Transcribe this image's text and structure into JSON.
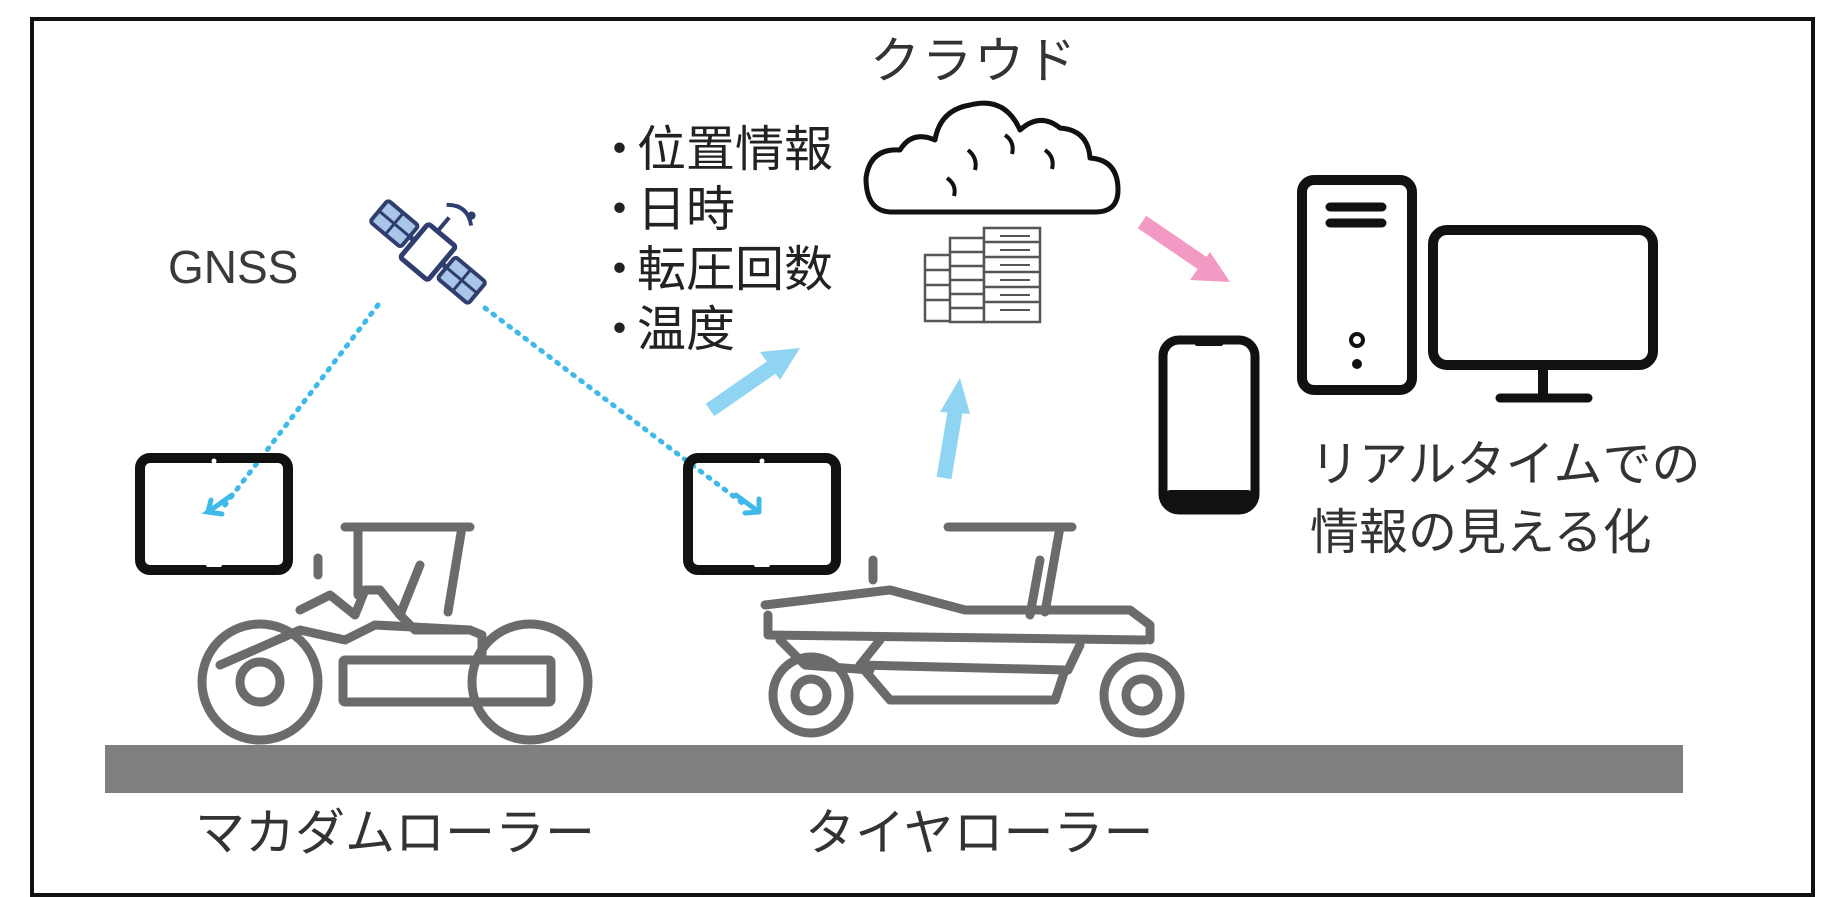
{
  "labels": {
    "gnss": "GNSS",
    "cloud": "クラウド",
    "realtime_line1": "リアルタイムでの",
    "realtime_line2": "情報の見える化",
    "macadam_roller": "マカダムローラー",
    "tire_roller": "タイヤローラー"
  },
  "info_items": [
    "位置情報",
    "日時",
    "転圧回数",
    "温度"
  ],
  "bullet": "・",
  "icons": [
    "satellite-icon",
    "cloud-icon",
    "server-icon",
    "tablet-icon",
    "smartphone-icon",
    "desktop-pc-icon",
    "macadam-roller-icon",
    "tire-roller-icon"
  ],
  "colors": {
    "arrow_blue": "#8fd4f2",
    "arrow_pink": "#f39ac4",
    "dotted_line": "#3fb9e8",
    "machine_gray": "#6b6b6b",
    "ground_gray": "#7f7f7f",
    "satellite_navy": "#2f3e6e",
    "satellite_panel": "#a9c6e8"
  }
}
